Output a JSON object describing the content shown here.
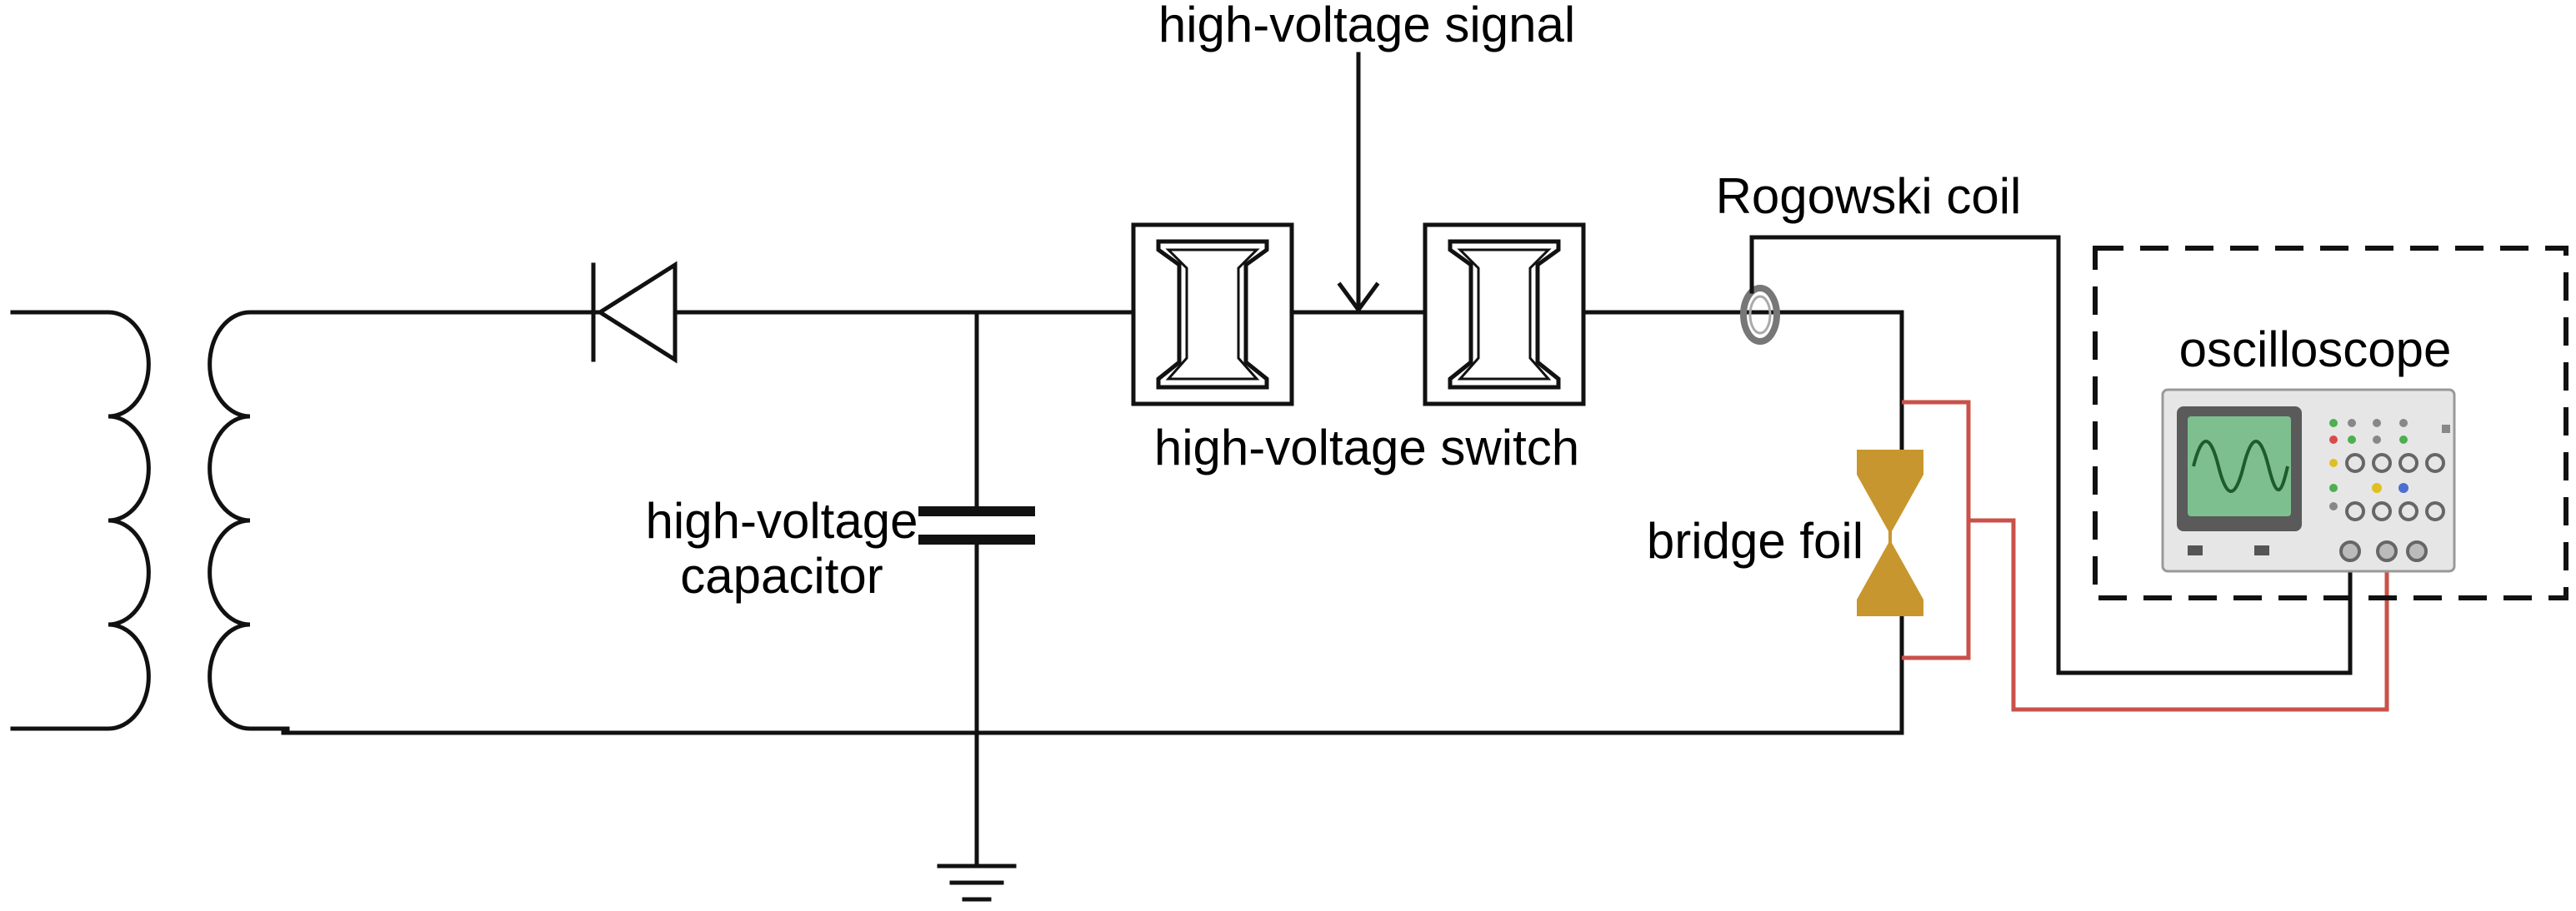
{
  "labels": {
    "signal": "high-voltage signal",
    "switch": "high-voltage switch",
    "capacitor_line1": "high-voltage",
    "capacitor_line2": "capacitor",
    "coil": "Rogowski coil",
    "oscilloscope": "oscilloscope",
    "bridge_foil": "bridge foil"
  },
  "colors": {
    "wire": "#111111",
    "probe_wire": "#c9514a",
    "foil": "#c8962e",
    "scope_screen": "#7dbf8f",
    "scope_body": "#e6e6e6"
  },
  "icons": [
    "transformer-icon",
    "diode-icon",
    "capacitor-icon",
    "ground-icon",
    "switch-icon",
    "rogowski-coil-icon",
    "bridge-foil-icon",
    "oscilloscope-icon"
  ]
}
